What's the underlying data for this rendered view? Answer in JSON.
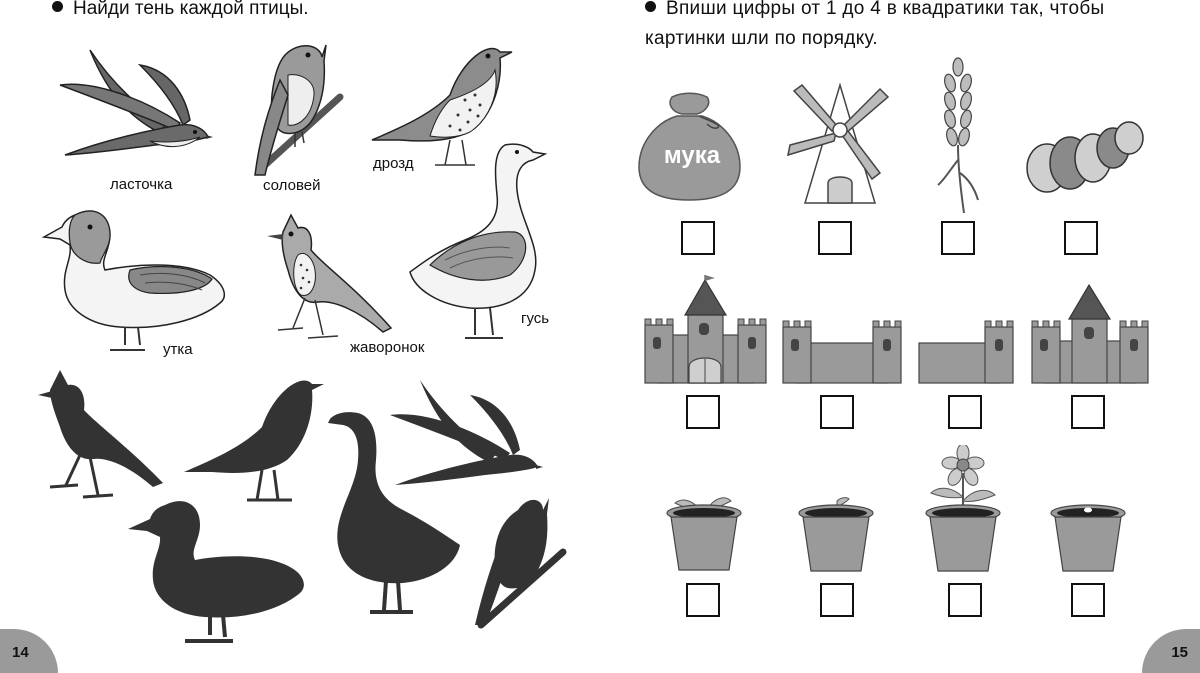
{
  "left_page": {
    "instruction": "Найди тень каждой птицы.",
    "birds": [
      {
        "name": "ласточка"
      },
      {
        "name": "соловей"
      },
      {
        "name": "дрозд"
      },
      {
        "name": "утка"
      },
      {
        "name": "жаворонок"
      },
      {
        "name": "гусь"
      }
    ],
    "page_number": "14"
  },
  "right_page": {
    "instruction": "Впиши цифры от 1 до 4 в квадратики так, чтобы картинки шли по порядку.",
    "row1": {
      "bag_label": "мука"
    },
    "page_number": "15"
  },
  "colors": {
    "shadow": "#333333",
    "gray": "#9a9a9a",
    "dark_gray": "#555555",
    "light_gray": "#cfcfcf"
  }
}
